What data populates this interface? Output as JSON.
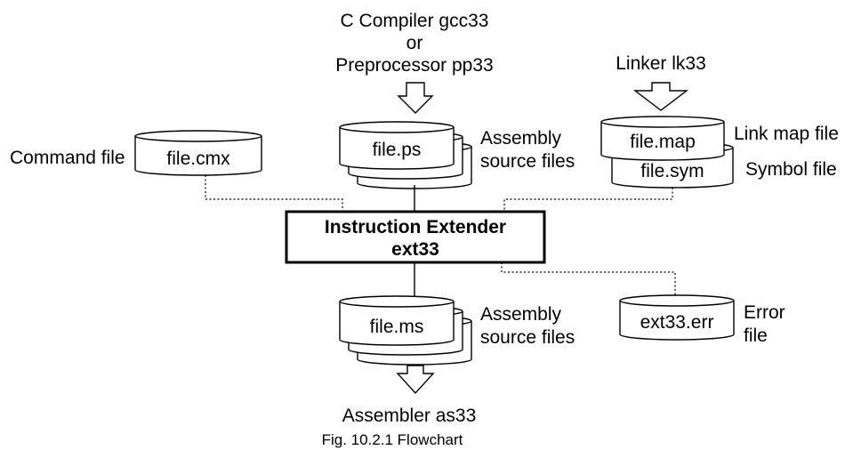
{
  "compiler": {
    "line1": "C Compiler gcc33",
    "line2": "or",
    "line3": "Preprocessor pp33"
  },
  "linker": "Linker lk33",
  "command_file": {
    "label": "Command file",
    "name": "file.cmx"
  },
  "input_files": {
    "name": "file.ps",
    "label_line1": "Assembly",
    "label_line2": "source files"
  },
  "map_file": {
    "name": "file.map",
    "label": "Link map file"
  },
  "sym_file": {
    "name": "file.sym",
    "label": "Symbol file"
  },
  "extender": {
    "line1": "Instruction Extender",
    "line2": "ext33"
  },
  "output_files": {
    "name": "file.ms",
    "label_line1": "Assembly",
    "label_line2": "source files"
  },
  "error_file": {
    "name": "ext33.err",
    "label_line1": "Error",
    "label_line2": "file"
  },
  "assembler": "Assembler as33",
  "caption": "Fig. 10.2.1  Flowchart"
}
